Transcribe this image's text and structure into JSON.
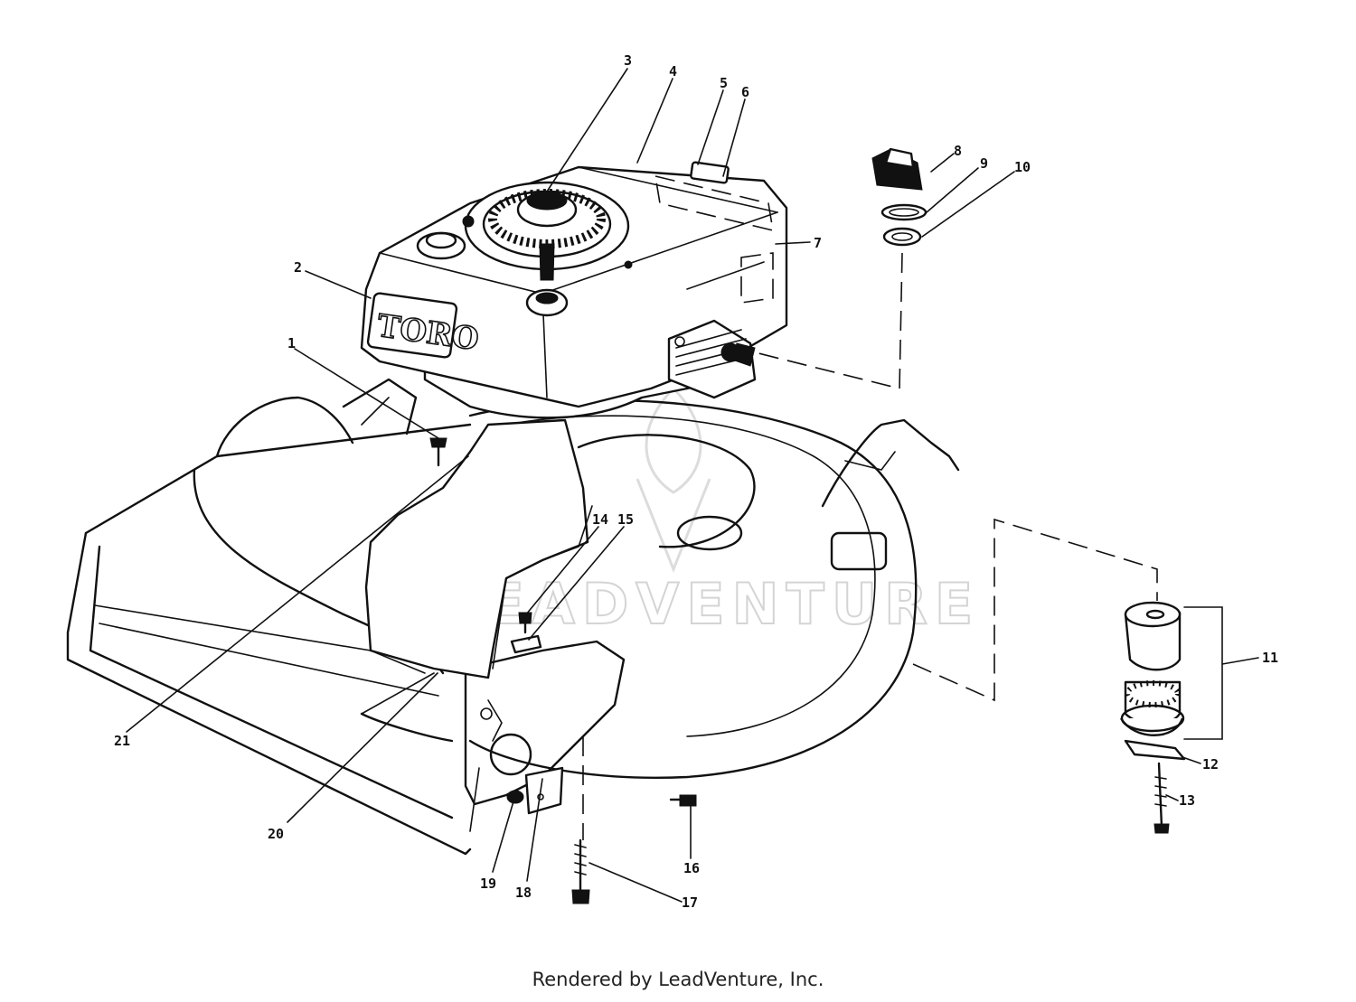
{
  "diagram": {
    "callouts": [
      {
        "id": "1",
        "label": "1"
      },
      {
        "id": "2",
        "label": "2"
      },
      {
        "id": "3",
        "label": "3"
      },
      {
        "id": "4",
        "label": "4"
      },
      {
        "id": "5",
        "label": "5"
      },
      {
        "id": "6",
        "label": "6"
      },
      {
        "id": "7",
        "label": "7"
      },
      {
        "id": "8",
        "label": "8"
      },
      {
        "id": "9",
        "label": "9"
      },
      {
        "id": "10",
        "label": "10"
      },
      {
        "id": "11",
        "label": "11"
      },
      {
        "id": "12",
        "label": "12"
      },
      {
        "id": "13",
        "label": "13"
      },
      {
        "id": "14",
        "label": "14"
      },
      {
        "id": "15",
        "label": "15"
      },
      {
        "id": "16",
        "label": "16"
      },
      {
        "id": "17",
        "label": "17"
      },
      {
        "id": "18",
        "label": "18"
      },
      {
        "id": "19",
        "label": "19"
      },
      {
        "id": "20",
        "label": "20"
      },
      {
        "id": "21",
        "label": "21"
      }
    ],
    "engine_brand": "TORO",
    "watermark": "LEADVENTURE"
  },
  "footer": {
    "credit": "Rendered by LeadVenture, Inc."
  }
}
